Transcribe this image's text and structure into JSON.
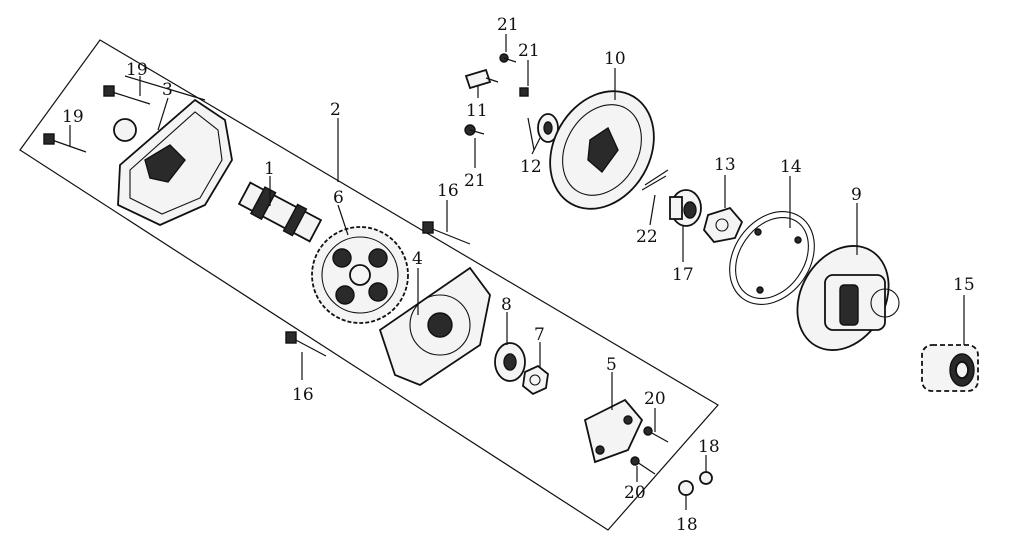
{
  "diagram": {
    "labels": {
      "p1": "1",
      "p2": "2",
      "p3": "3",
      "p4": "4",
      "p5": "5",
      "p6": "6",
      "p7": "7",
      "p8": "8",
      "p9": "9",
      "p10": "10",
      "p11": "11",
      "p12": "12",
      "p13": "13",
      "p14": "14",
      "p15": "15",
      "p16a": "16",
      "p16b": "16",
      "p17": "17",
      "p18a": "18",
      "p18b": "18",
      "p19a": "19",
      "p19b": "19",
      "p20a": "20",
      "p20b": "20",
      "p21a": "21",
      "p21b": "21",
      "p21c": "21",
      "p22": "22"
    }
  }
}
